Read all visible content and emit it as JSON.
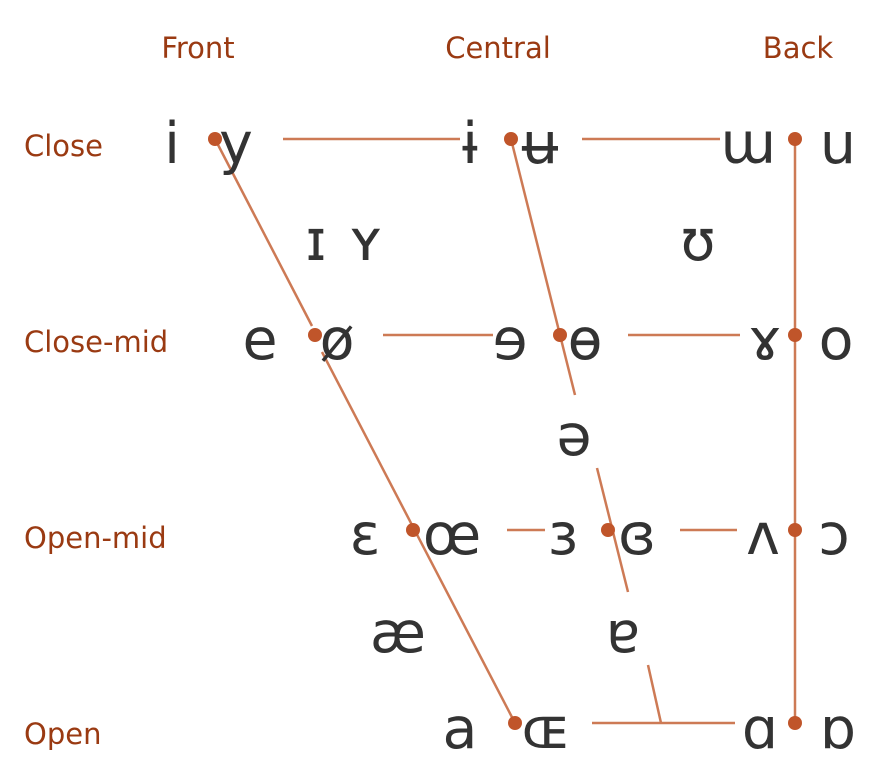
{
  "columns": [
    "Front",
    "Central",
    "Back"
  ],
  "rows": [
    "Close",
    "Close-mid",
    "Open-mid",
    "Open"
  ],
  "vowels": {
    "close": [
      "i",
      "y",
      "ɨ",
      "ʉ",
      "ɯ",
      "u"
    ],
    "near_close": [
      "ɪ",
      "ʏ",
      "ʊ"
    ],
    "close_mid": [
      "e",
      "ø",
      "ɘ",
      "ɵ",
      "ɤ",
      "o"
    ],
    "mid": [
      "ə"
    ],
    "open_mid": [
      "ɛ",
      "œ",
      "ɜ",
      "ɞ",
      "ʌ",
      "ɔ"
    ],
    "near_open": [
      "æ",
      "ɐ"
    ],
    "open": [
      "a",
      "ɶ",
      "ɑ",
      "ɒ"
    ]
  },
  "colors": {
    "header": "#9a3a12",
    "line": "#cd7a55",
    "dot": "#c0552a",
    "vowel": "#333333"
  }
}
